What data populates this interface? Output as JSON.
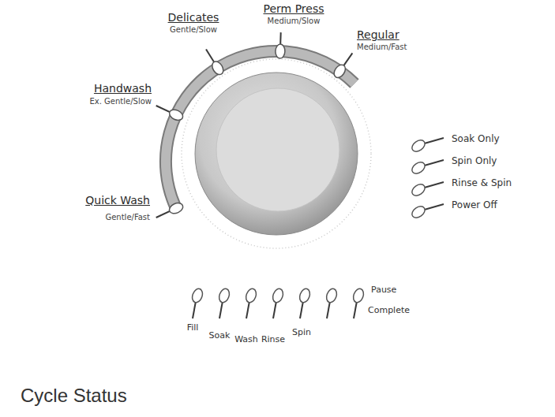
{
  "diagram": {
    "title": "Cycle Status",
    "labels": [
      "Quick Wash",
      "Gentle/Fast",
      "Handwash",
      "Ex. Gentle/Slow",
      "Delicates",
      "Gentle/Slow",
      "Perm Press",
      "Medium/Slow",
      "Regular",
      "Medium/Fast",
      "Soak Only",
      "Spin Only",
      "Rinse & Spin",
      "Power Off",
      "Fill",
      "Soak",
      "Wash",
      "Rinse",
      "Spin",
      "Complete",
      "Pause"
    ]
  }
}
